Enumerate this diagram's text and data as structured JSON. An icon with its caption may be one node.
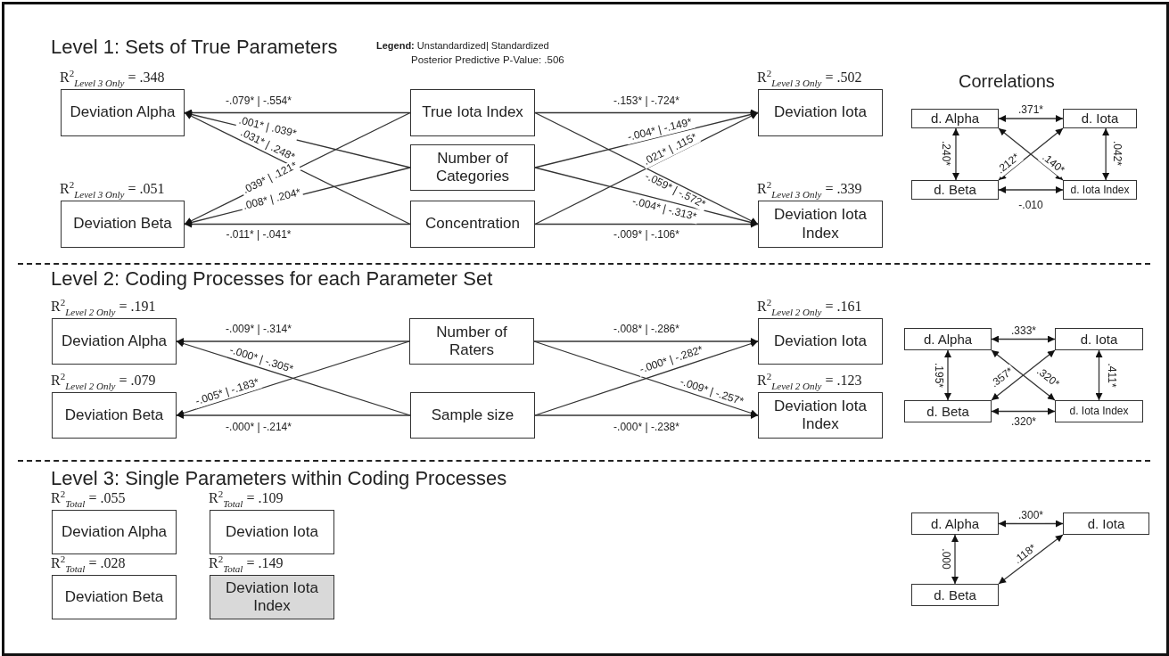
{
  "diagram": {
    "nodes": [
      {
        "text": [
          "Deviation Alpha"
        ],
        "beside": [
          "R$^{2}$$_{Level 3 Only}$ = .348"
        ]
      },
      {
        "text": [
          "Deviation Beta"
        ],
        "beside": [
          "R$^{2}$$_{Level 3 Only}$ = .051"
        ]
      },
      {
        "text": [
          "True Iota Index"
        ]
      },
      {
        "text": [
          "Number of Categories"
        ]
      },
      {
        "text": [
          "Concentration"
        ]
      },
      {
        "text": [
          "Deviation Iota"
        ],
        "beside": [
          "R$^{2}$$_{Level 3 Only}$ = .502"
        ]
      },
      {
        "text": [
          "Deviation Iota Index"
        ],
        "beside": [
          "R$^{2}$$_{Level 3 Only}$ = .339"
        ]
      },
      {
        "text": [
          "d. Alpha"
        ]
      },
      {
        "text": [
          "d. Iota"
        ]
      },
      {
        "text": [
          "d. Beta"
        ]
      },
      {
        "text": [
          "d. Iota Index"
        ]
      },
      {
        "text": [
          "Deviation Alpha"
        ],
        "beside": [
          "R$^{2}$$_{Level 2 Only}$ = .191"
        ]
      },
      {
        "text": [
          "Deviation Beta"
        ],
        "beside": [
          "R$^{2}$$_{Level 2 Only}$ = .079"
        ]
      },
      {
        "text": [
          "Number of Raters"
        ]
      },
      {
        "text": [
          "Sample size"
        ]
      },
      {
        "text": [
          "Deviation Iota"
        ],
        "beside": [
          "R$^{2}$$_{Level 2 Only}$ = .161"
        ]
      },
      {
        "text": [
          "Deviation Iota Index"
        ],
        "beside": [
          "R$^{2}$$_{Level 2 Only}$ = .123"
        ]
      },
      {
        "text": [
          "d. Alpha"
        ]
      },
      {
        "text": [
          "d. Iota"
        ]
      },
      {
        "text": [
          "d. Beta"
        ]
      },
      {
        "text": [
          "d. Iota Index"
        ]
      },
      {
        "text": [
          "Deviation Alpha"
        ],
        "beside": [
          "R$^{2}$$_{Total}$ = .055"
        ]
      },
      {
        "text": [
          "Deviation Iota"
        ],
        "beside": [
          "R$^{2}$$_{Total}$ = .109"
        ]
      },
      {
        "text": [
          "Deviation Beta"
        ],
        "beside": [
          "R$^{2}$$_{Total}$ = .028"
        ]
      },
      {
        "text": [
          "Deviation Iota Index"
        ],
        "beside": [
          "R$^{2}$$_{Total}$ = .149"
        ]
      },
      {
        "text": [
          "d. Alpha"
        ]
      },
      {
        "text": [
          "d. Iota"
        ]
      },
      {
        "text": [
          "d. Beta"
        ]
      }
    ],
    "edges": [
      {
        "from": 2,
        "to": 0,
        "arrow": "to",
        "label": "-.079* | -.554*"
      },
      {
        "from": 3,
        "to": 0,
        "arrow": "to",
        "label": ".001* | .039*"
      },
      {
        "from": 4,
        "to": 0,
        "arrow": "to",
        "label": ".031* | .248*"
      },
      {
        "from": 2,
        "to": 1,
        "arrow": "to",
        "label": ".039* | .121*"
      },
      {
        "from": 3,
        "to": 1,
        "arrow": "to",
        "label": ".008* | .204*"
      },
      {
        "from": 4,
        "to": 1,
        "arrow": "to",
        "label": "-.011* | -.041*"
      },
      {
        "from": 2,
        "to": 5,
        "arrow": "to",
        "label": "-.153* | -.724*"
      },
      {
        "from": 3,
        "to": 5,
        "arrow": "to",
        "label": "-.004* | -.149*"
      },
      {
        "from": 4,
        "to": 5,
        "arrow": "to",
        "label": ".021* | .115*"
      },
      {
        "from": 2,
        "to": 6,
        "arrow": "to",
        "label": "-.059* | -.572*"
      },
      {
        "from": 3,
        "to": 6,
        "arrow": "to",
        "label": "-.004* | -.313*"
      },
      {
        "from": 4,
        "to": 6,
        "arrow": "to",
        "label": "-.009* | -.106*"
      },
      {
        "from": 7,
        "to": 8,
        "arrow": "both",
        "label": ".371*"
      },
      {
        "from": 7,
        "to": 9,
        "arrow": "both",
        "label": ".240*"
      },
      {
        "from": 9,
        "to": 8,
        "arrow": "both",
        "label": ".212*"
      },
      {
        "from": 7,
        "to": 10,
        "arrow": "both",
        "label": ".140*"
      },
      {
        "from": 8,
        "to": 10,
        "arrow": "both",
        "label": ".042*"
      },
      {
        "from": 9,
        "to": 10,
        "arrow": "both",
        "label": "-.010"
      },
      {
        "from": 13,
        "to": 11,
        "arrow": "to",
        "label": "-.009* | -.314*"
      },
      {
        "from": 14,
        "to": 11,
        "arrow": "to",
        "label": "-.000* | -.305*"
      },
      {
        "from": 13,
        "to": 12,
        "arrow": "to",
        "label": "-.005* | -.183*"
      },
      {
        "from": 14,
        "to": 12,
        "arrow": "to",
        "label": "-.000* | -.214*"
      },
      {
        "from": 13,
        "to": 15,
        "arrow": "to",
        "label": "-.008* | -.286*"
      },
      {
        "from": 14,
        "to": 15,
        "arrow": "to",
        "label": "-.000* | -.282*"
      },
      {
        "from": 13,
        "to": 16,
        "arrow": "to",
        "label": "-.009* | -.257*"
      },
      {
        "from": 14,
        "to": 16,
        "arrow": "to",
        "label": "-.000* | -.238*"
      },
      {
        "from": 17,
        "to": 18,
        "arrow": "both",
        "label": ".333*"
      },
      {
        "from": 17,
        "to": 19,
        "arrow": "both",
        "label": ".195*"
      },
      {
        "from": 19,
        "to": 18,
        "arrow": "both",
        "label": ".357*"
      },
      {
        "from": 17,
        "to": 20,
        "arrow": "both",
        "label": ".320*"
      },
      {
        "from": 18,
        "to": 20,
        "arrow": "both",
        "label": ".411*"
      },
      {
        "from": 19,
        "to": 20,
        "arrow": "both",
        "label": ".320*"
      },
      {
        "from": 25,
        "to": 26,
        "arrow": "both",
        "label": ".300*"
      },
      {
        "from": 25,
        "to": 27,
        "arrow": "both",
        "label": ".000"
      },
      {
        "from": 27,
        "to": 26,
        "arrow": "both",
        "label": ".118*"
      }
    ],
    "labels": [
      "Level 1: Sets of True Parameters",
      "**Legend:** Unstandardized| Standardized",
      "Posterior Predictive P-Value: .506",
      "Correlations",
      "Level 2: Coding Processes for each Parameter Set",
      "Level 3: Single Parameters within Coding Processes"
    ]
  }
}
